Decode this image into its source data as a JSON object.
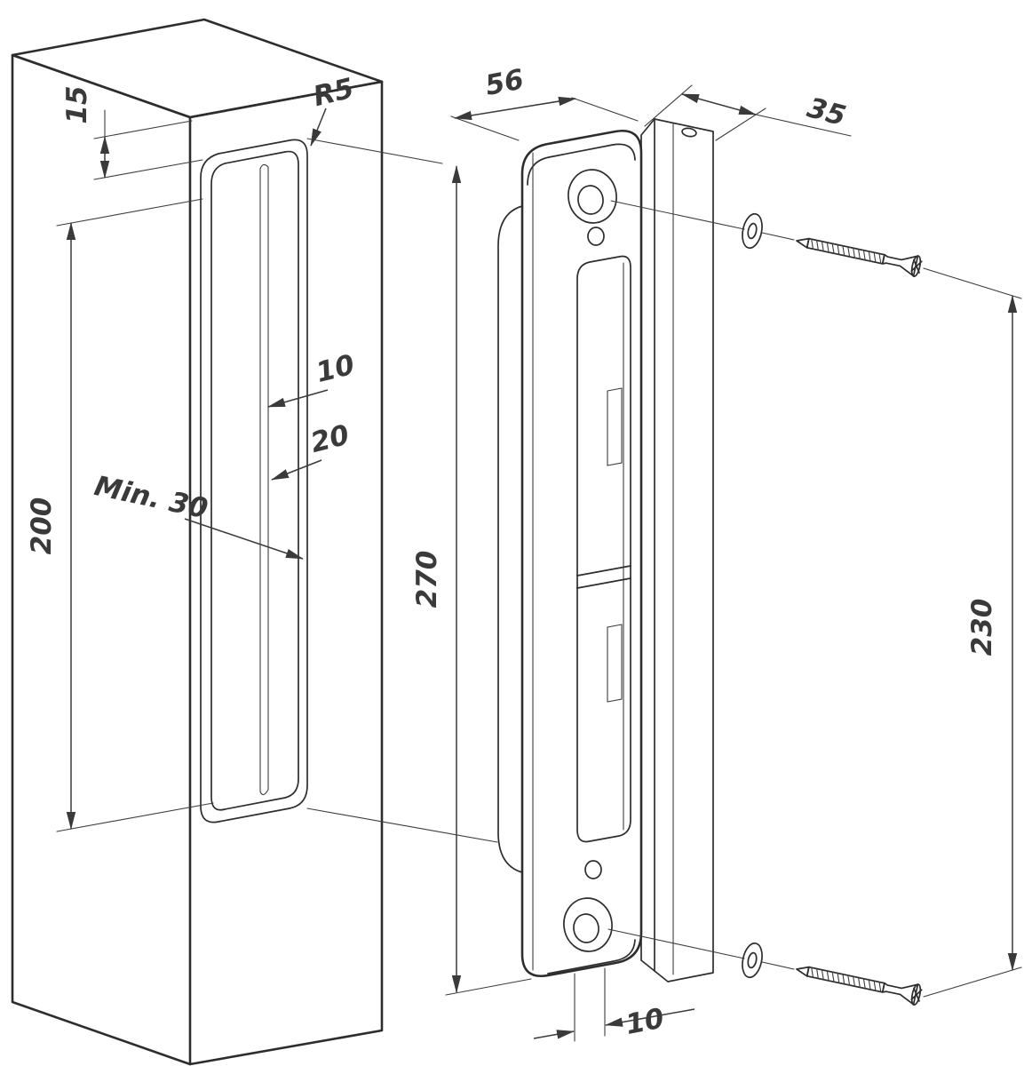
{
  "drawing": {
    "type": "isometric technical installation drawing",
    "subject": "gate lock keep mounted beside wooden post with fixing screws",
    "colors": {
      "line": "#2d2d2d",
      "dimension": "#3a3a3a",
      "background": "#ffffff"
    },
    "labels": {
      "post_slot_top_offset": "15",
      "slot_corner_radius": "R5",
      "keep_width": "56",
      "profile_depth": "35",
      "slot_lip_width": "10",
      "slot_opening_width": "20",
      "post_min_thickness": "Min. 30",
      "slot_height": "200",
      "keep_height": "270",
      "screw_spacing": "230",
      "keep_bottom_thickness": "10"
    }
  }
}
